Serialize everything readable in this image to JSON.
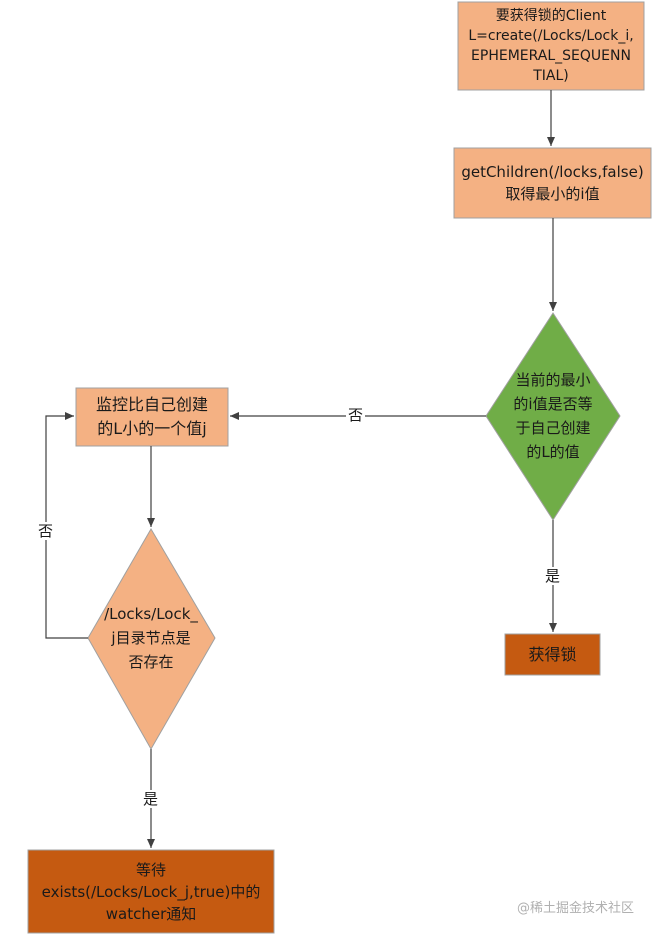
{
  "nodes": {
    "get_lock_client": "要获得锁的Client\nL=create(/Locks/Lock_i,\nEPHEMERAL_SEQUENN\nTIAL)",
    "get_children": "getChildren(/locks,false)\n取得最小的i值",
    "is_min_check": "当前的最小\n的i值是否等\n于自己创建\n的L的值",
    "lock_acquired": "获得锁",
    "watch_smaller": "监控比自己创建\n的L小的一个值j",
    "node_exists_check": "/Locks/Lock_\nj目录节点是\n否存在",
    "wait_watcher": "等待\nexists(/Locks/Lock_j,true)中的\nwatcher通知"
  },
  "edge_labels": {
    "is_min_no": "否",
    "is_min_yes": "是",
    "exists_no": "否",
    "exists_yes": "是"
  },
  "watermark": "@稀土掘金技术社区",
  "colors": {
    "light_orange": "#f4b183",
    "dark_orange": "#c55a11",
    "green": "#70ad47",
    "stroke": "#a0a0a0",
    "arrow": "#404040"
  }
}
